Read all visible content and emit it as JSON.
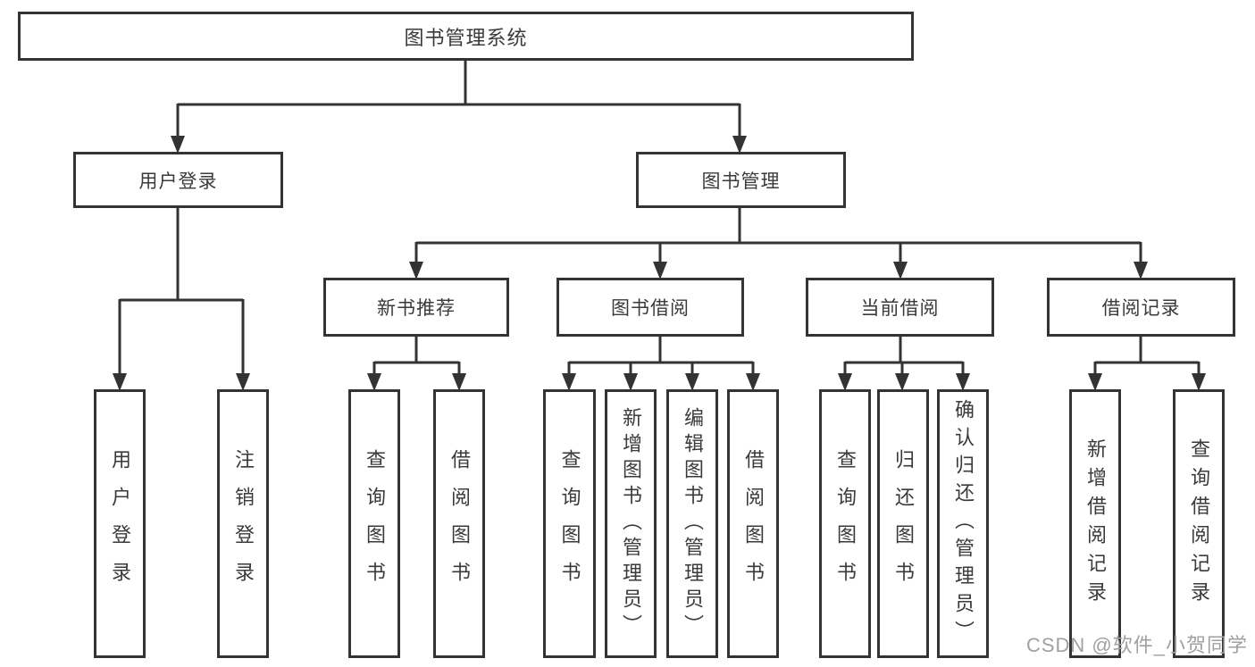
{
  "diagram": {
    "root": {
      "label": "图书管理系统"
    },
    "level2": [
      {
        "label": "用户登录"
      },
      {
        "label": "图书管理"
      }
    ],
    "level3": [
      {
        "label": "新书推荐"
      },
      {
        "label": "图书借阅"
      },
      {
        "label": "当前借阅"
      },
      {
        "label": "借阅记录"
      }
    ],
    "leaves": {
      "login": [
        "用户登录",
        "注销登录"
      ],
      "recommend": [
        "查询图书",
        "借阅图书"
      ],
      "borrow": [
        "查询图书",
        "新增图书（管理员）",
        "编辑图书（管理员）",
        "借阅图书"
      ],
      "current": [
        "查询图书",
        "归还图书",
        "确认归还（管理员）"
      ],
      "records": [
        "新增借阅记录",
        "查询借阅记录"
      ]
    },
    "colors": {
      "line": "#333333",
      "box_border": "#333333",
      "text": "#3a3a3a",
      "watermark": "#9da1a4"
    }
  },
  "watermark": {
    "text": "CSDN @软件_小贺同学"
  }
}
